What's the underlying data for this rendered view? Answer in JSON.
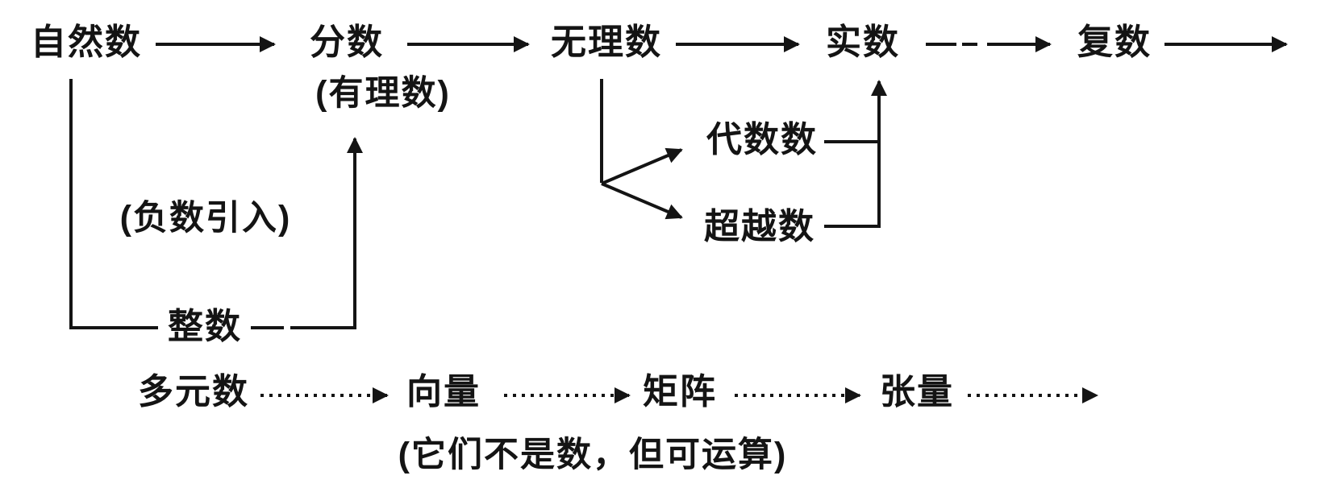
{
  "diagram": {
    "title_implicit": "数的发展流程图",
    "colors": {
      "ink": "#141414",
      "background": "#ffffff"
    },
    "nodes": {
      "natural": "自然数",
      "fraction": "分数",
      "rational_note": "(有理数)",
      "irrational": "无理数",
      "real": "实数",
      "complex": "复数",
      "integer": "整数",
      "negative_note": "(负数引入)",
      "algebraic": "代数数",
      "transcendental": "超越数",
      "hypercomplex": "多元数",
      "vector": "向量",
      "matrix": "矩阵",
      "tensor": "张量",
      "caption": "(它们不是数，但可运算)"
    },
    "edges": [
      "自然数→分数",
      "分数→无理数",
      "无理数→实数",
      "实数→复数",
      "复数→…",
      "自然数→整数(负数引入)",
      "整数→分数(有理数)",
      "无理数→代数数",
      "无理数→超越数",
      "代数数→实数",
      "超越数→实数",
      "多元数⇢向量",
      "向量⇢矩阵",
      "矩阵⇢张量",
      "张量⇢…"
    ]
  }
}
